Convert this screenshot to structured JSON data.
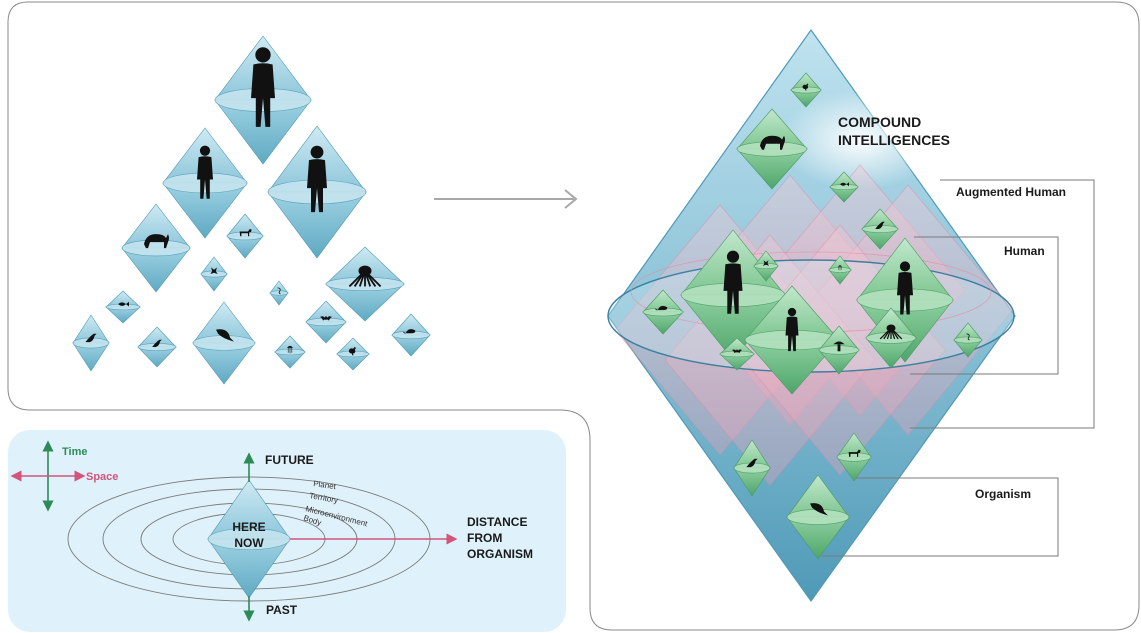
{
  "legend": {
    "axes": {
      "time": "Time",
      "space": "Space"
    },
    "future": "FUTURE",
    "past": "PAST",
    "center_line1": "HERE",
    "center_line2": "NOW",
    "distance_line1": "DISTANCE",
    "distance_line2": "FROM",
    "distance_line3": "ORGANISM",
    "rings": [
      "Planet",
      "Territory",
      "Microenvironment",
      "Body"
    ]
  },
  "right_panel": {
    "title_line1": "COMPOUND",
    "title_line2": "INTELLIGENCES",
    "brackets": {
      "augmented_human": "Augmented Human",
      "human": "Human",
      "organism": "Organism"
    }
  },
  "colors": {
    "blue_cone": "#a9d8e6",
    "blue_cone_dark": "#5fa9c2",
    "green_cone": "#8fcf9f",
    "pink_cone": "#f4b7c7",
    "time_axis": "#2e8b57",
    "space_axis": "#d2557a",
    "legend_bg": "#dff2fb"
  },
  "icons": [
    "human-adult-icon",
    "human-child-icon",
    "human-woman-icon",
    "monkey-icon",
    "dog-icon",
    "cell-icon",
    "worm-icon",
    "octopus-icon",
    "fish-icon",
    "bat-icon",
    "bird-icon",
    "crow-icon",
    "dolphin-icon",
    "jellyfish-icon",
    "chicken-icon",
    "rat-icon",
    "mushroom-icon"
  ]
}
